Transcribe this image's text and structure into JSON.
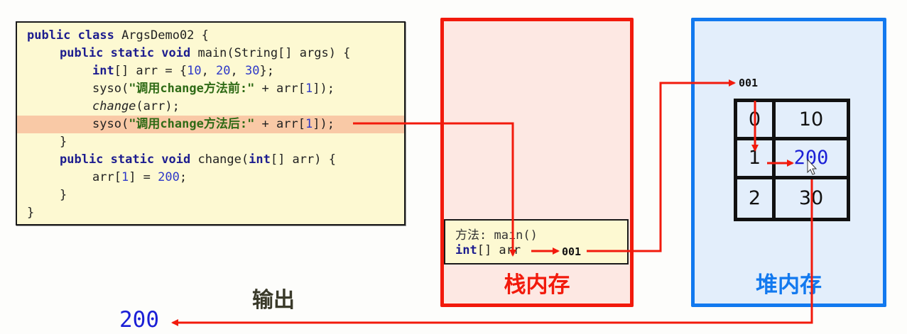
{
  "code": {
    "lines": [
      {
        "indent": 0,
        "parts": [
          [
            "kw",
            "public class "
          ],
          [
            "txt",
            "ArgsDemo02 {"
          ]
        ]
      },
      {
        "indent": 1,
        "parts": [
          [
            "kw",
            "public static void "
          ],
          [
            "txt",
            "main(String[] args) {"
          ]
        ]
      },
      {
        "indent": 2,
        "parts": [
          [
            "kw",
            "int"
          ],
          [
            "txt",
            "[] arr = {"
          ],
          [
            "num",
            "10"
          ],
          [
            "txt",
            ", "
          ],
          [
            "num",
            "20"
          ],
          [
            "txt",
            ", "
          ],
          [
            "num",
            "30"
          ],
          [
            "txt",
            "};"
          ]
        ]
      },
      {
        "indent": 2,
        "parts": [
          [
            "txt",
            "syso("
          ],
          [
            "str",
            "\"调用change方法前:\""
          ],
          [
            "txt",
            " + arr["
          ],
          [
            "num",
            "1"
          ],
          [
            "txt",
            "]);"
          ]
        ]
      },
      {
        "indent": 2,
        "parts": [
          [
            "it",
            "change"
          ],
          [
            "txt",
            "(arr);"
          ]
        ]
      },
      {
        "indent": 2,
        "highlight": true,
        "parts": [
          [
            "txt",
            "syso("
          ],
          [
            "str",
            "\"调用change方法后:\""
          ],
          [
            "txt",
            " + arr["
          ],
          [
            "num",
            "1"
          ],
          [
            "txt",
            "]);"
          ]
        ]
      },
      {
        "indent": 1,
        "parts": [
          [
            "txt",
            "}"
          ]
        ]
      },
      {
        "indent": 1,
        "parts": [
          [
            "kw",
            "public static void "
          ],
          [
            "txt",
            "change("
          ],
          [
            "kw",
            "int"
          ],
          [
            "txt",
            "[] arr) {"
          ]
        ]
      },
      {
        "indent": 2,
        "parts": [
          [
            "txt",
            "arr["
          ],
          [
            "num",
            "1"
          ],
          [
            "txt",
            "] = "
          ],
          [
            "num",
            "200"
          ],
          [
            "txt",
            ";"
          ]
        ]
      },
      {
        "indent": 1,
        "parts": [
          [
            "txt",
            "}"
          ]
        ]
      },
      {
        "indent": 0,
        "parts": [
          [
            "txt",
            "}"
          ]
        ]
      }
    ]
  },
  "stack": {
    "label": "栈内存",
    "frame": {
      "method_label": "方法: main()",
      "var_type": "int",
      "var_rest": "[] arr",
      "address": "001"
    },
    "color": "#f21a0c"
  },
  "heap": {
    "label": "堆内存",
    "address": "001",
    "color": "#1279ef",
    "array": [
      {
        "index": "0",
        "value": "10"
      },
      {
        "index": "1",
        "value": "200",
        "changed": true
      },
      {
        "index": "2",
        "value": "30"
      }
    ]
  },
  "output": {
    "label": "输出",
    "value": "200"
  },
  "colors": {
    "arrow": "#f21a0c",
    "changed_value": "#1b1fd6"
  }
}
